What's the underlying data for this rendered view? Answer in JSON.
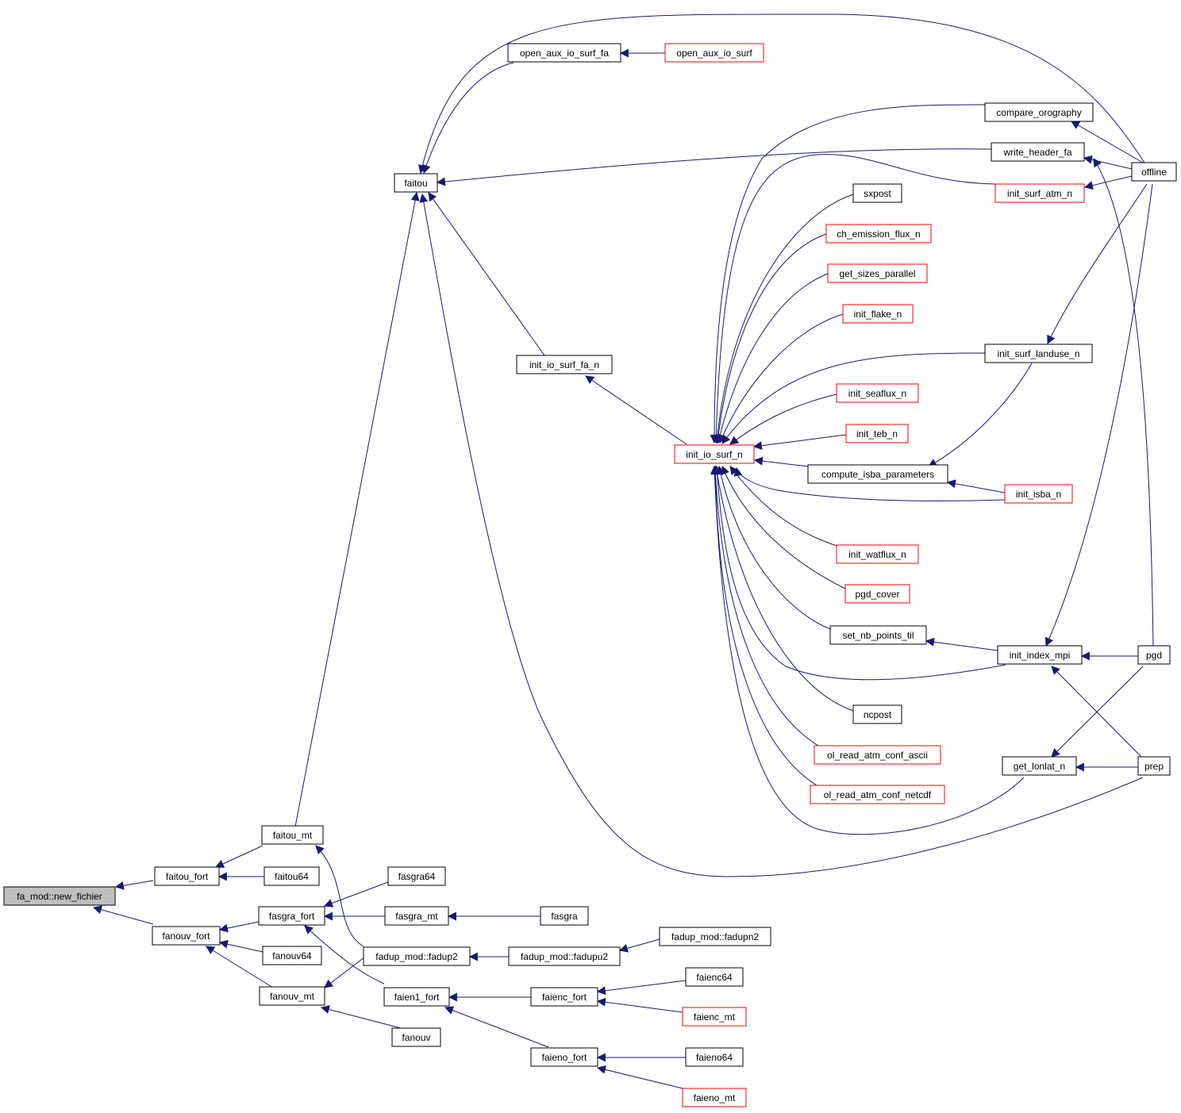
{
  "title": "fa_mod::new_fichier caller graph",
  "colors": {
    "edge": "#191970",
    "node_border": "#000000",
    "node_border_truncated": "#ff0000",
    "root_fill": "#bfbfbf",
    "node_fill": "#ffffff"
  },
  "nodes": {
    "new_fichier": "fa_mod::new_fichier",
    "faitou_fort": "faitou_fort",
    "fanouv_fort": "fanouv_fort",
    "faitou_mt": "faitou_mt",
    "faitou64": "faitou64",
    "fasgra_fort": "fasgra_fort",
    "fanouv64": "fanouv64",
    "fanouv_mt": "fanouv_mt",
    "fanouv": "fanouv",
    "faitou": "faitou",
    "fasgra64": "fasgra64",
    "fasgra_mt": "fasgra_mt",
    "fasgra": "fasgra",
    "fadup2": "fadup_mod::fadup2",
    "fadupu2": "fadup_mod::fadupu2",
    "fadupn2": "fadup_mod::fadupn2",
    "faien1_fort": "faien1_fort",
    "faienc_fort": "faienc_fort",
    "faienc64": "faienc64",
    "faienc_mt": "faienc_mt",
    "faieno_fort": "faieno_fort",
    "faieno64": "faieno64",
    "faieno_mt": "faieno_mt",
    "open_aux_io_surf_fa": "open_aux_io_surf_fa",
    "open_aux_io_surf": "open_aux_io_surf",
    "init_io_surf_fa_n": "init_io_surf_fa_n",
    "init_io_surf_n": "init_io_surf_n",
    "compare_orography": "compare_orography",
    "write_header_fa": "write_header_fa",
    "init_surf_atm_n": "init_surf_atm_n",
    "sxpost": "sxpost",
    "ch_emission_flux_n": "ch_emission_flux_n",
    "get_sizes_parallel": "get_sizes_parallel",
    "init_flake_n": "init_flake_n",
    "init_surf_landuse_n": "init_surf_landuse_n",
    "init_seaflux_n": "init_seaflux_n",
    "init_teb_n": "init_teb_n",
    "compute_isba_parameters": "compute_isba_parameters",
    "init_isba_n": "init_isba_n",
    "init_watflux_n": "init_watflux_n",
    "pgd_cover": "pgd_cover",
    "set_nb_points_til": "set_nb_points_til",
    "init_index_mpi": "init_index_mpi",
    "ncpost": "ncpost",
    "ol_read_atm_conf_ascii": "ol_read_atm_conf_ascii",
    "ol_read_atm_conf_netcdf": "ol_read_atm_conf_netcdf",
    "get_lonlat_n": "get_lonlat_n",
    "offline": "offline",
    "pgd": "pgd",
    "prep": "prep"
  }
}
